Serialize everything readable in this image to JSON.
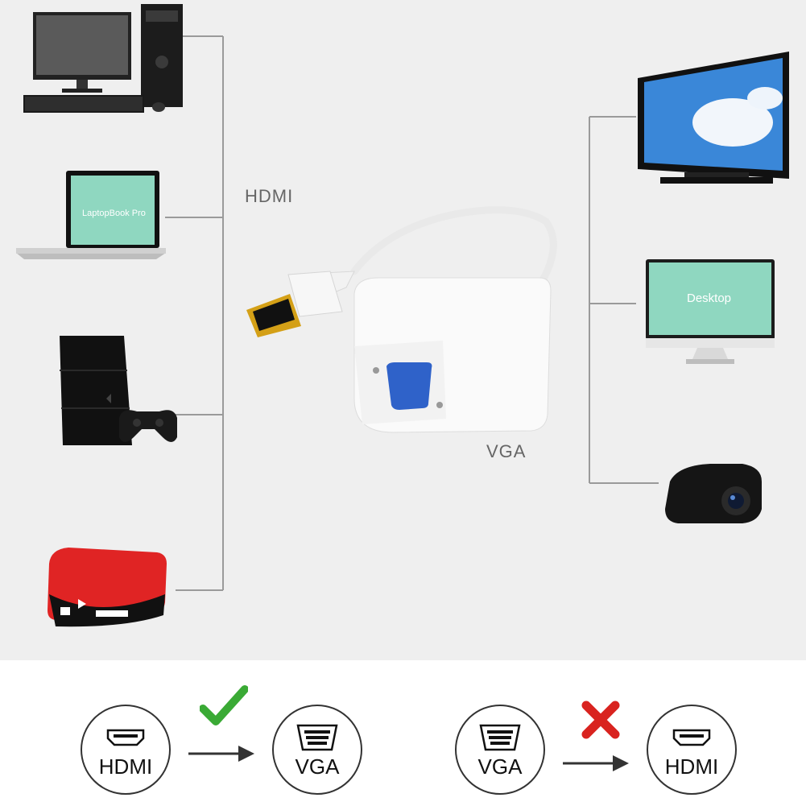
{
  "labels": {
    "hdmi": "HDMI",
    "vga": "VGA"
  },
  "screens": {
    "laptop": "LaptopBook Pro",
    "monitor": "Desktop"
  },
  "legend": {
    "left": {
      "from": "HDMI",
      "to": "VGA",
      "status_icon": "check-icon",
      "status_color": "#3aaa35"
    },
    "right": {
      "from": "VGA",
      "to": "HDMI",
      "status_icon": "x-icon",
      "status_color": "#d9231f"
    }
  },
  "colors": {
    "vga_port": "#2f62c9",
    "hdmi_gold": "#d4a017",
    "box_red": "#e02424"
  }
}
